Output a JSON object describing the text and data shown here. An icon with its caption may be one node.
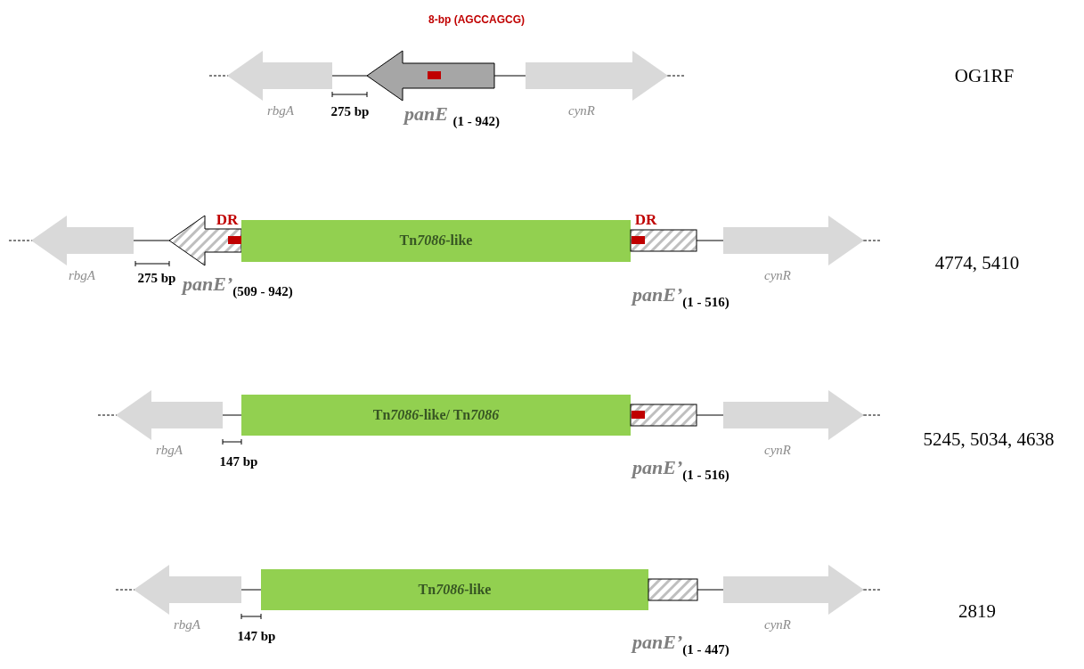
{
  "diagram": {
    "nodes": [
      {
        "text": [
          "rbgA"
        ]
      },
      {
        "text": [
          "*panE* $_{(1 - 942)}$"
        ]
      },
      {
        "text": [
          "cynR"
        ]
      },
      {
        "text": [
          "rbgA"
        ]
      },
      {
        "text": [
          "*panE’*$_{(509 - 942)}$"
        ]
      },
      {
        "text": [
          "Tn7086-like"
        ]
      },
      {
        "text": [
          "*panE’*$_{(1 - 516)}$"
        ]
      },
      {
        "text": [
          "cynR"
        ]
      },
      {
        "text": [
          "rbgA"
        ]
      },
      {
        "text": [
          "Tn7086-like/ Tn7086"
        ]
      },
      {
        "text": [
          "*panE’*$_{(1 - 516)}$"
        ]
      },
      {
        "text": [
          "cynR"
        ]
      },
      {
        "text": [
          "rbgA"
        ]
      },
      {
        "text": [
          "Tn7086-like"
        ]
      },
      {
        "text": [
          "*panE’*$_{(1 - 447)}$"
        ]
      },
      {
        "text": [
          "cynR"
        ]
      }
    ],
    "labels": [
      "8-bp (AGCCAGCG)",
      "275 bp",
      "OG1RF",
      "DR",
      "DR",
      "275 bp",
      "4774, 5410",
      "147 bp",
      "5245, 5034, 4638",
      "147 bp",
      "2819"
    ]
  }
}
